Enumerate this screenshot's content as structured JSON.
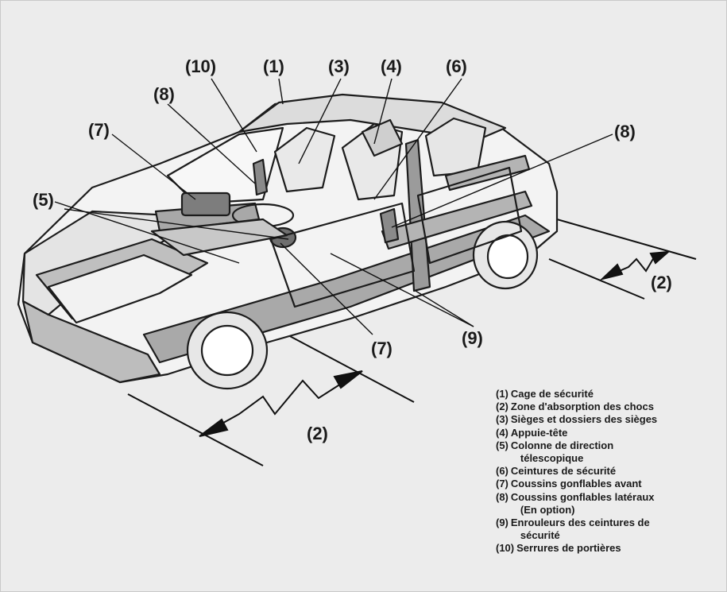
{
  "callouts": {
    "c10": "(10)",
    "c1": "(1)",
    "c3": "(3)",
    "c4": "(4)",
    "c6": "(6)",
    "c8_left": "(8)",
    "c7_left": "(7)",
    "c8_right": "(8)",
    "c5": "(5)",
    "c2_right": "(2)",
    "c7_bottom": "(7)",
    "c9": "(9)",
    "c2_bottom": "(2)"
  },
  "legend": [
    {
      "num": "(1)",
      "text": "Cage de sécurité"
    },
    {
      "num": "(2)",
      "text": "Zone d'absorption des chocs"
    },
    {
      "num": "(3)",
      "text": "Sièges et dossiers des sièges"
    },
    {
      "num": "(4)",
      "text": "Appuie-tête"
    },
    {
      "num": "(5)",
      "text": "Colonne de direction",
      "cont": "télescopique"
    },
    {
      "num": "(6)",
      "text": "Ceintures de sécurité"
    },
    {
      "num": "(7)",
      "text": "Coussins gonflables avant"
    },
    {
      "num": "(8)",
      "text": "Coussins gonflables latéraux",
      "cont": "(En option)"
    },
    {
      "num": "(9)",
      "text": "Enrouleurs des ceintures de",
      "cont": "sécurité"
    },
    {
      "num": "(10)",
      "text": "Serrures de portières"
    }
  ]
}
